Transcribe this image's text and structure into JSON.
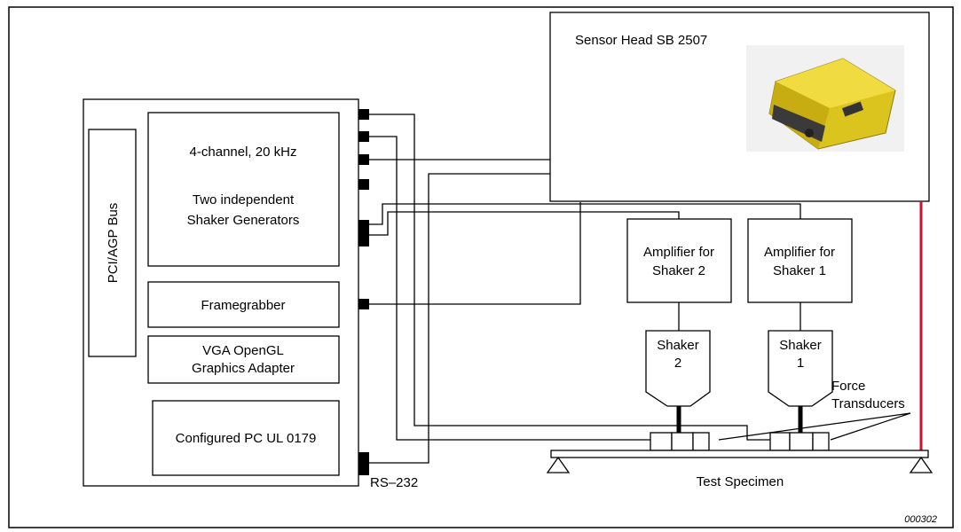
{
  "sensor_head": {
    "label": "Sensor Head SB 2507"
  },
  "pc": {
    "generator_line1": "4-channel, 20 kHz",
    "generator_line2": "Two independent",
    "generator_line3": "Shaker Generators",
    "bus": "PCI/AGP Bus",
    "framegrabber": "Framegrabber",
    "vga_line1": "VGA OpenGL",
    "vga_line2": "Graphics Adapter",
    "configured": "Configured PC UL 0179",
    "rs232": "RS–232"
  },
  "amplifier2": {
    "line1": "Amplifier for",
    "line2": "Shaker 2"
  },
  "amplifier1": {
    "line1": "Amplifier for",
    "line2": "Shaker 1"
  },
  "shaker2": {
    "line1": "Shaker",
    "line2": "2"
  },
  "shaker1": {
    "line1": "Shaker",
    "line2": "1"
  },
  "force_transducers": {
    "line1": "Force",
    "line2": "Transducers"
  },
  "specimen": {
    "label": "Test Specimen"
  },
  "figure_id": "000302",
  "colors": {
    "laser": "#cc1133",
    "line": "#000000",
    "camera_body": "#e8d020"
  }
}
